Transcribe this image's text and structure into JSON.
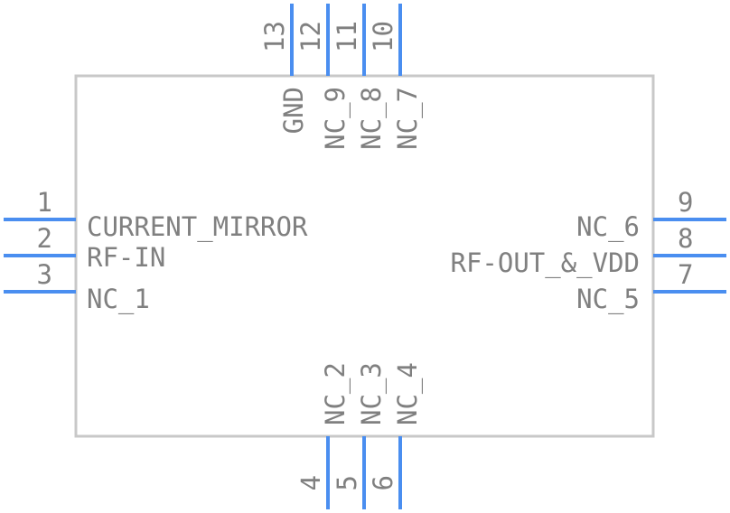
{
  "component": {
    "colors": {
      "pin": "#4a8ef0",
      "outline": "#c8c8c8",
      "text": "#808080"
    },
    "left_pins": [
      {
        "number": "1",
        "name": "CURRENT_MIRROR"
      },
      {
        "number": "2",
        "name": "RF-IN"
      },
      {
        "number": "3",
        "name": "NC_1"
      }
    ],
    "right_pins": [
      {
        "number": "9",
        "name": "NC_6"
      },
      {
        "number": "8",
        "name": "RF-OUT_&_VDD"
      },
      {
        "number": "7",
        "name": "NC_5"
      }
    ],
    "top_pins": [
      {
        "number": "13",
        "name": "GND"
      },
      {
        "number": "12",
        "name": "NC_9"
      },
      {
        "number": "11",
        "name": "NC_8"
      },
      {
        "number": "10",
        "name": "NC_7"
      }
    ],
    "bottom_pins": [
      {
        "number": "4",
        "name": "NC_2"
      },
      {
        "number": "5",
        "name": "NC_3"
      },
      {
        "number": "6",
        "name": "NC_4"
      }
    ]
  }
}
